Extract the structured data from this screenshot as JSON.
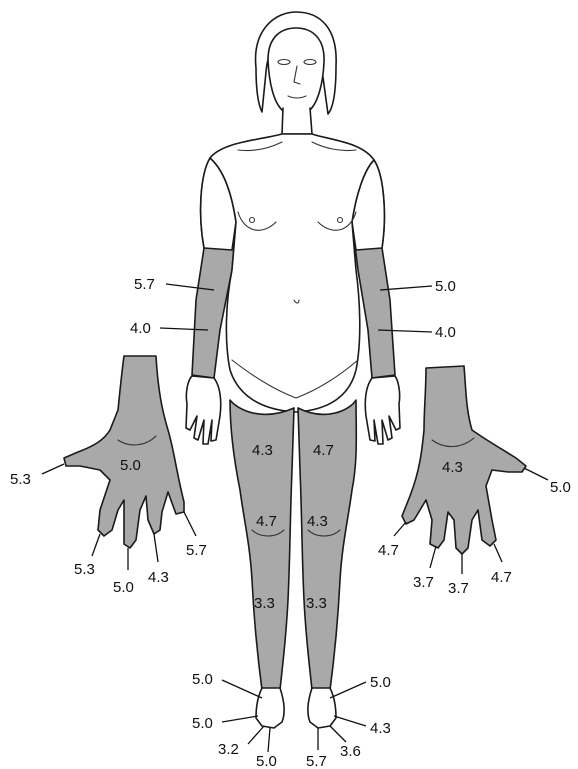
{
  "figure": {
    "shade_color": "#a9a9a9",
    "outline_color": "#1a1a1a",
    "labels": {
      "left_upper_arm": "5.7",
      "left_forearm": "4.0",
      "right_upper_arm": "5.0",
      "right_forearm": "4.0",
      "left_hand_thumb": "5.3",
      "left_hand_palm": "5.0",
      "left_hand_index": "5.3",
      "left_hand_middle": "5.0",
      "left_hand_ring": "4.3",
      "left_hand_little": "5.7",
      "right_hand_palm": "4.3",
      "right_hand_thumb": "5.0",
      "right_hand_index": "4.7",
      "right_hand_middle": "3.7",
      "right_hand_ring": "3.7",
      "right_hand_little": "4.7",
      "left_thigh": "4.3",
      "right_thigh": "4.7",
      "left_knee": "4.7",
      "right_knee": "4.3",
      "left_shin": "3.3",
      "right_shin": "3.3",
      "left_foot_ankle": "5.0",
      "left_foot_toes": "5.0",
      "left_foot_big_toe": "3.2",
      "left_foot_sole": "5.0",
      "right_foot_ankle": "5.0",
      "right_foot_side": "4.3",
      "right_foot_big_toe": "5.7",
      "right_foot_toes": "3.6"
    }
  }
}
